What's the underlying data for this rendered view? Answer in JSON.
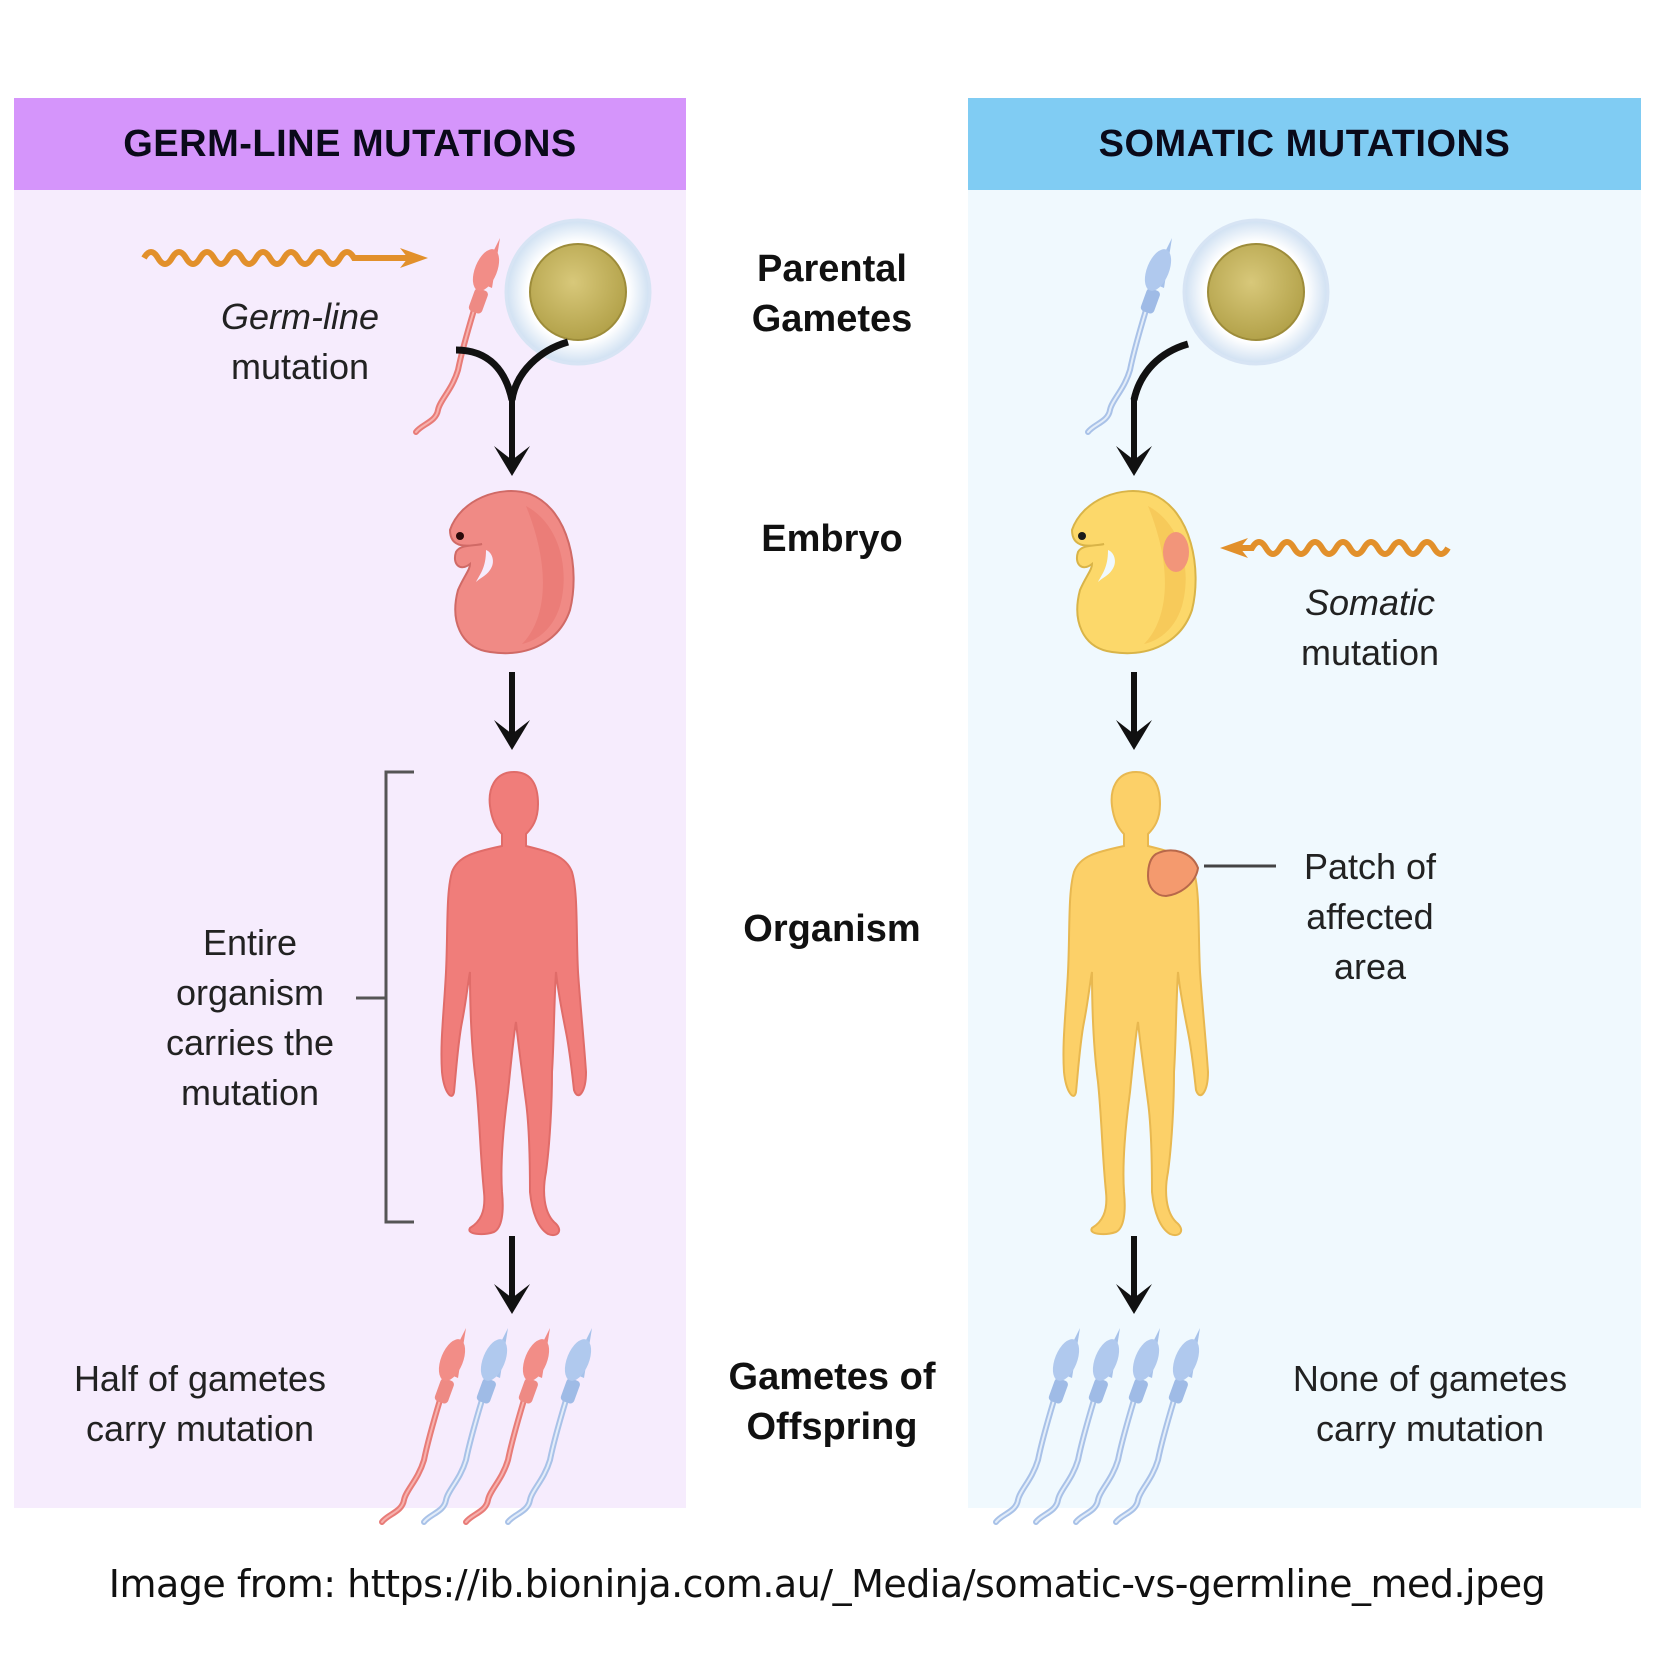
{
  "left_panel": {
    "title": "GERM-LINE MUTATIONS",
    "mutation_label_italic": "Germ-line",
    "mutation_label_rest": "mutation",
    "organism_note": [
      "Entire",
      "organism",
      "carries the",
      "mutation"
    ],
    "gametes_note": [
      "Half of gametes",
      "carry mutation"
    ],
    "colors": {
      "header": "#d595fb",
      "background": "#f6ecfd",
      "body": "#f07d7a"
    }
  },
  "right_panel": {
    "title": "SOMATIC MUTATIONS",
    "mutation_label_italic": "Somatic",
    "mutation_label_rest": "mutation",
    "organism_note": [
      "Patch of",
      "affected",
      "area"
    ],
    "gametes_note": [
      "None of gametes",
      "carry mutation"
    ],
    "colors": {
      "header": "#80ccf3",
      "background": "#f0f9fe",
      "body": "#fcd068",
      "patch": "#f49a6e"
    }
  },
  "stages": {
    "parental_gametes": [
      "Parental",
      "Gametes"
    ],
    "embryo": "Embryo",
    "organism": "Organism",
    "offspring_gametes": [
      "Gametes of",
      "Offspring"
    ]
  },
  "icons": [
    "radiation-wave-arrow-icon",
    "sperm-icon",
    "egg-cell-icon",
    "embryo-icon",
    "human-figure-icon",
    "down-arrow-icon",
    "bracket-icon"
  ],
  "caption": "Image from: https://ib.bioninja.com.au/_Media/somatic-vs-germline_med.jpeg"
}
